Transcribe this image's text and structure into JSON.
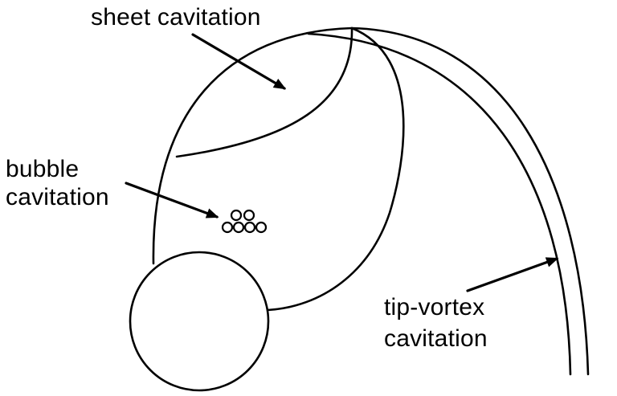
{
  "labels": {
    "sheet": "sheet cavitation",
    "bubble_line1": "bubble",
    "bubble_line2": "cavitation",
    "tip_line1": "tip-vortex",
    "tip_line2": "cavitation"
  }
}
